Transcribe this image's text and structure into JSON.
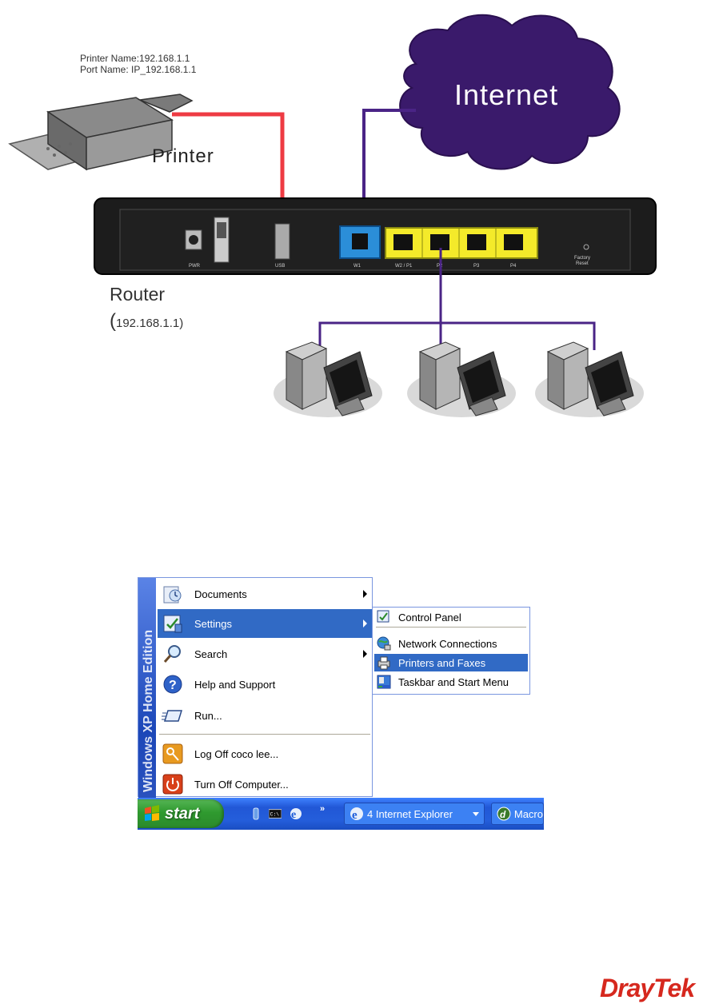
{
  "diagram": {
    "printer_name_line": "Printer Name:192.168.1.1",
    "port_name_line": "Port Name: IP_192.168.1.1",
    "printer_label": "Printer",
    "internet_label": "Internet",
    "router_label": "Router",
    "router_ip_open": "(",
    "router_ip": "192.168.1.1)",
    "ports": {
      "pwr": "PWR",
      "usb": "USB",
      "w1": "W1",
      "w2p1": "W2 / P1",
      "p2": "P2",
      "p3": "P3",
      "p4": "P4",
      "factory": "Factory",
      "reset": "Reset"
    },
    "colors": {
      "printer_cable": "#ee3b43",
      "network_cable": "#4a2486",
      "internet_cloud": "#3a1a6b",
      "wan_port": "#2b8ed8",
      "lan_port": "#f4ea2a"
    }
  },
  "start_menu": {
    "band_text": "Windows XP  Home Edition",
    "items": [
      {
        "label": "Documents",
        "icon": "documents-icon",
        "submenu": true
      },
      {
        "label": "Settings",
        "icon": "settings-icon",
        "submenu": true,
        "selected": true
      },
      {
        "label": "Search",
        "icon": "search-icon",
        "submenu": true
      },
      {
        "label": "Help and Support",
        "icon": "help-icon",
        "submenu": false
      },
      {
        "label": "Run...",
        "icon": "run-icon",
        "submenu": false
      },
      {
        "label": "Log Off coco lee...",
        "icon": "logoff-icon",
        "submenu": false
      },
      {
        "label": "Turn Off Computer...",
        "icon": "power-icon",
        "submenu": false
      }
    ],
    "settings_submenu": [
      {
        "label": "Control Panel",
        "icon": "control-panel-icon"
      },
      {
        "label": "Network Connections",
        "icon": "network-connections-icon"
      },
      {
        "label": "Printers and Faxes",
        "icon": "printers-faxes-icon",
        "selected": true
      },
      {
        "label": "Taskbar and Start Menu",
        "icon": "taskbar-icon"
      }
    ]
  },
  "taskbar": {
    "start_label": "start",
    "ie_button": "4 Internet Explorer",
    "mac_button": "Macro",
    "chevron": "»"
  },
  "logo": "DrayTek"
}
